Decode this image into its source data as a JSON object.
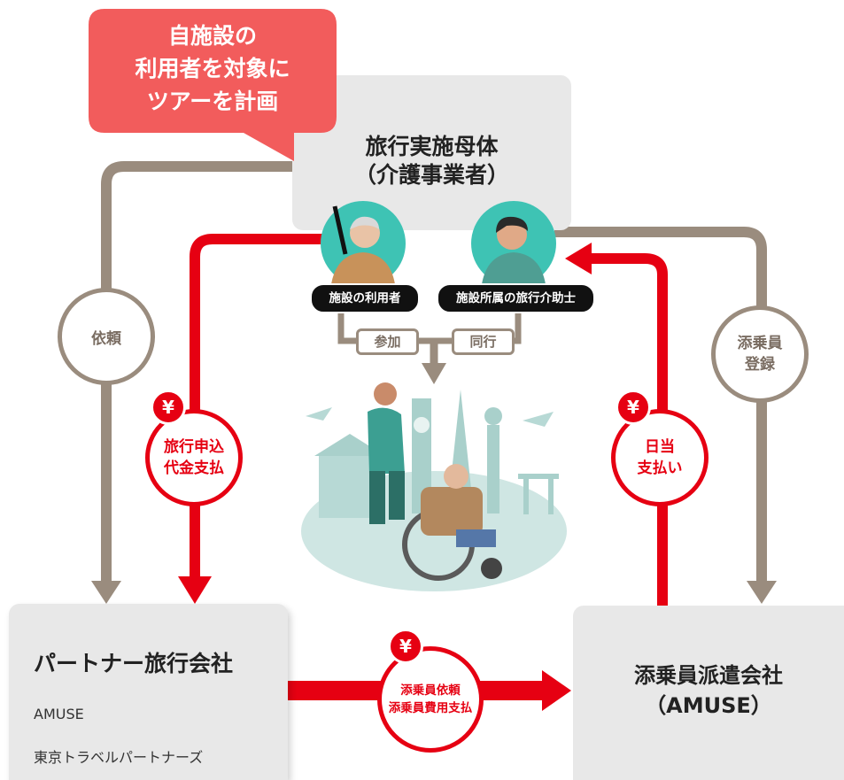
{
  "callout": {
    "lines": [
      "自施設の",
      "利用者を対象に",
      "ツアーを計画"
    ]
  },
  "organizer": {
    "line1": "旅行実施母体",
    "line2": "（介護事業者）"
  },
  "participants": {
    "user_label": "施設の利用者",
    "helper_label": "施設所属の旅行介助士",
    "join_tag": "参加",
    "accompany_tag": "同行"
  },
  "flows": {
    "request": "依頼",
    "payment": {
      "symbol": "¥",
      "line1": "旅行申込",
      "line2": "代金支払"
    },
    "daily": {
      "symbol": "¥",
      "line1": "日当",
      "line2": "支払い"
    },
    "register": {
      "line1": "添乗員",
      "line2": "登録"
    },
    "dispatch_fee": {
      "symbol": "¥",
      "line1": "添乗員依頼",
      "line2": "添乗員費用支払"
    }
  },
  "partner_company": {
    "title": "パートナー旅行会社",
    "members": [
      "AMUSE",
      "東京トラベルパートナーズ"
    ]
  },
  "dispatch_company": {
    "line1": "添乗員派遣会社",
    "line2": "（AMUSE）"
  },
  "colors": {
    "red": "#e60012",
    "gray_brown": "#9a8c7e",
    "box": "#e8e8e8",
    "callout": "#f25c5c"
  }
}
